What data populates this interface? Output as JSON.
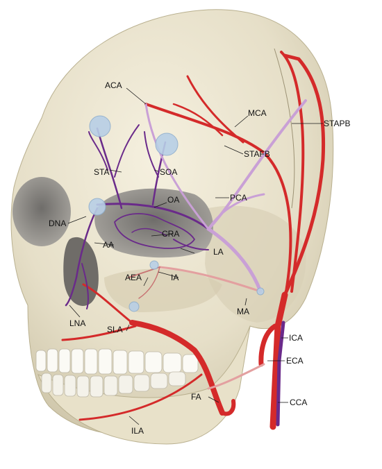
{
  "labels": {
    "aca": "ACA",
    "mca": "MCA",
    "stapb": "STAPB",
    "stafb": "STAFB",
    "sta": "STA",
    "soa": "SOA",
    "pca": "PCA",
    "oa": "OA",
    "dna": "DNA",
    "cra": "CRA",
    "aa": "AA",
    "la": "LA",
    "aea": "AEA",
    "ia": "IA",
    "ma": "MA",
    "lna": "LNA",
    "ica": "ICA",
    "sla": "SLA",
    "eca": "ECA",
    "fa": "FA",
    "cca": "CCA",
    "ila": "ILA"
  },
  "colors": {
    "bone": "#ece6d2",
    "bone_shadow": "#cfc7ac",
    "orbit": "#8d8a86",
    "artery_red": "#d42a2a",
    "artery_purple": "#6a2a8a",
    "artery_light_purple": "#c9a0d6",
    "artery_pink": "#e3a0a0",
    "spot_blue": "#b8cfe6"
  }
}
